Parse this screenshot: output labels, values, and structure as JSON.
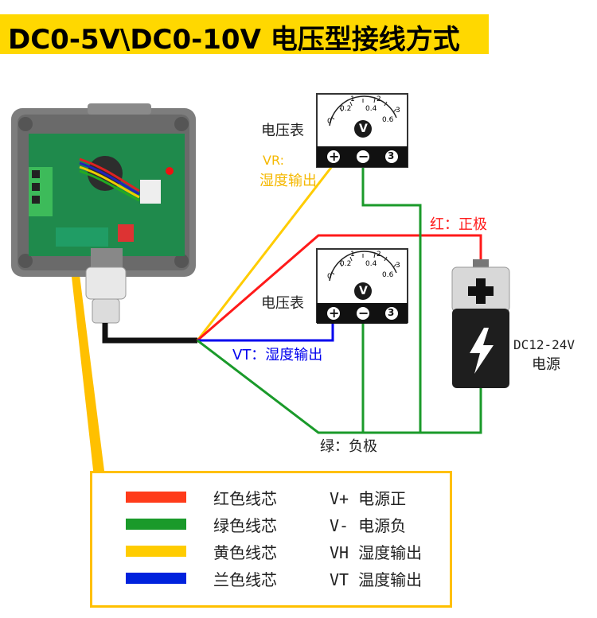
{
  "title": "DC0-5V\\DC0-10V 电压型接线方式",
  "meter_top": {
    "label": "电压表",
    "terminals": [
      "+",
      "−",
      "3"
    ],
    "dial": "V",
    "scale": [
      "0",
      "0.2",
      "0.4",
      "0.6",
      "1",
      "2",
      "3"
    ]
  },
  "meter_mid": {
    "label": "电压表",
    "terminals": [
      "+",
      "−",
      "3"
    ],
    "dial": "V",
    "scale": [
      "0",
      "0.2",
      "0.4",
      "0.6",
      "1",
      "2",
      "3"
    ]
  },
  "labels": {
    "vr_line1": "VR:",
    "vr_line2": "湿度输出",
    "vt": "VT：湿度输出",
    "red_pos": "红：正极",
    "green_neg": "绿：负极",
    "battery_line1": "DC12-24V",
    "battery_line2": "电源"
  },
  "legend": [
    {
      "name": "红色线芯",
      "func": "V+ 电源正",
      "color": "#ff3b1a"
    },
    {
      "name": "绿色线芯",
      "func": "V- 电源负",
      "color": "#1a9a2a"
    },
    {
      "name": "黄色线芯",
      "func": "VH 湿度输出",
      "color": "#ffcc00"
    },
    {
      "name": "兰色线芯",
      "func": "VT 温度输出",
      "color": "#0022dd"
    }
  ],
  "colors": {
    "red": "#ff1a1a",
    "green": "#1a9a2a",
    "yellow": "#ffcc00",
    "blue": "#0000ee",
    "title_bg": "#ffd800"
  }
}
